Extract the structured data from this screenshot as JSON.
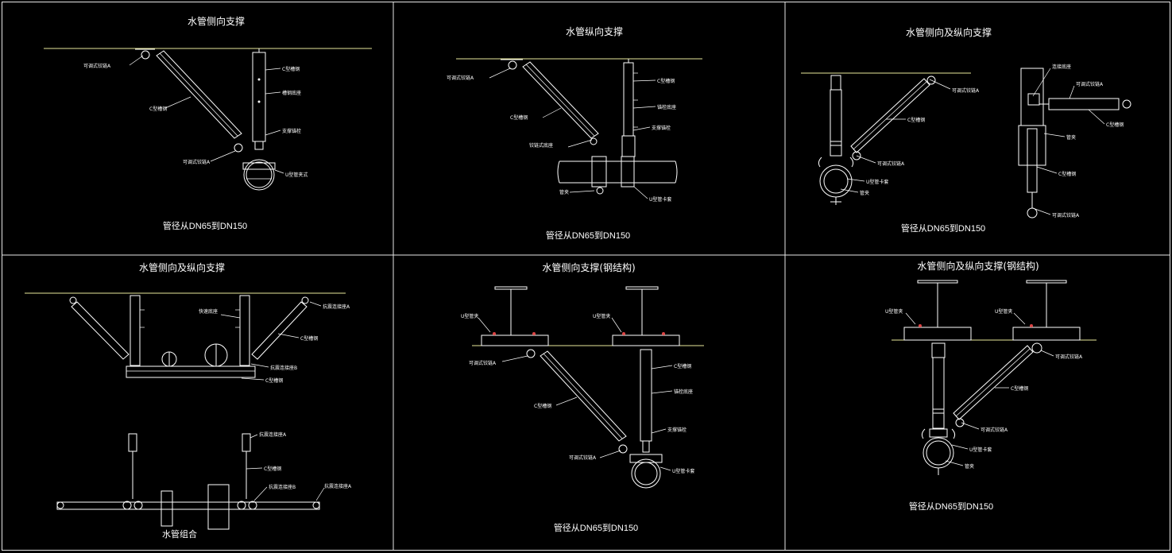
{
  "panels": [
    {
      "title": "水管侧向支撑",
      "caption": "管径从DN65到DN150",
      "labels": [
        "可调式铰链A",
        "C型槽钢",
        "C型槽钢",
        "槽钢底座",
        "支撑锚栓",
        "可调式铰链A",
        "U型管夹式"
      ]
    },
    {
      "title": "水管纵向支撑",
      "caption": "管径从DN65到DN150",
      "labels": [
        "可调式铰链A",
        "C型槽钢",
        "C型槽钢",
        "锚栓底座",
        "支撑锚栓",
        "铰链式底座",
        "管夹",
        "U型管卡套"
      ]
    },
    {
      "title": "水管侧向及纵向支撑",
      "caption": "管径从DN65到DN150",
      "labels": [
        "可调式铰链A",
        "C型槽钢",
        "可调式铰链A",
        "U型管卡套",
        "管夹",
        "连接底座",
        "可调式铰链A",
        "C型槽钢",
        "管夹",
        "C型槽钢",
        "可调式铰链A"
      ]
    },
    {
      "title": "水管侧向及纵向支撑",
      "caption": "水管组合",
      "labels": [
        "快速底座",
        "抗震连接座A",
        "C型槽钢",
        "抗震连接座B",
        "C型槽钢",
        "抗震连接座A",
        "C型槽钢",
        "抗震连接座B",
        "抗震连接座A"
      ]
    },
    {
      "title": "水管侧向支撑(钢结构)",
      "caption": "管径从DN65到DN150",
      "labels": [
        "U型管夹",
        "U型管夹",
        "可调式铰链A",
        "C型槽钢",
        "C型槽钢",
        "锚栓底座",
        "支撑锚栓",
        "可调式铰链A",
        "U型管卡套"
      ]
    },
    {
      "title": "水管侧向及纵向支撑(钢结构)",
      "caption": "管径从DN65到DN150",
      "labels": [
        "U型管夹",
        "U型管夹",
        "可调式铰链A",
        "C型槽钢",
        "可调式铰链A",
        "U型管卡套",
        "管夹"
      ]
    }
  ]
}
